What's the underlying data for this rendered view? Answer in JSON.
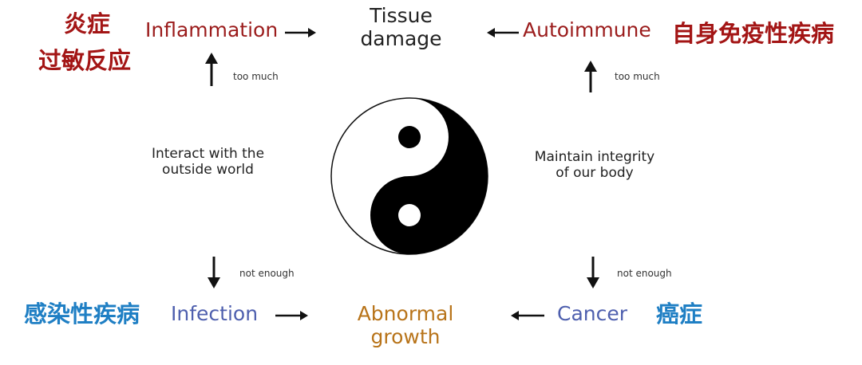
{
  "top": {
    "tissue_line1": "Tissue",
    "tissue_line2": "damage",
    "inflammation": "Inflammation",
    "autoimmune": "Autoimmune",
    "cn_inflammation_line1": "炎症",
    "cn_inflammation_line2": "过敏反应",
    "cn_autoimmune": "自身免疫性疾病",
    "too_much_left": "too much",
    "too_much_right": "too much"
  },
  "middle": {
    "left_line1": "Interact with the",
    "left_line2": "outside world",
    "right_line1": "Maintain integrity",
    "right_line2": "of our body"
  },
  "bottom": {
    "abnormal_line1": "Abnormal",
    "abnormal_line2": "growth",
    "infection": "Infection",
    "cancer": "Cancer",
    "cn_infection": "感染性疾病",
    "cn_cancer": "癌症",
    "not_enough_left": "not enough",
    "not_enough_right": "not enough"
  },
  "colors": {
    "red": "#9b1c1c",
    "cn_red": "#a31515",
    "blue": "#4e5fae",
    "cn_blue": "#1f7fc4",
    "orange": "#b8741a",
    "dark": "#222222"
  }
}
